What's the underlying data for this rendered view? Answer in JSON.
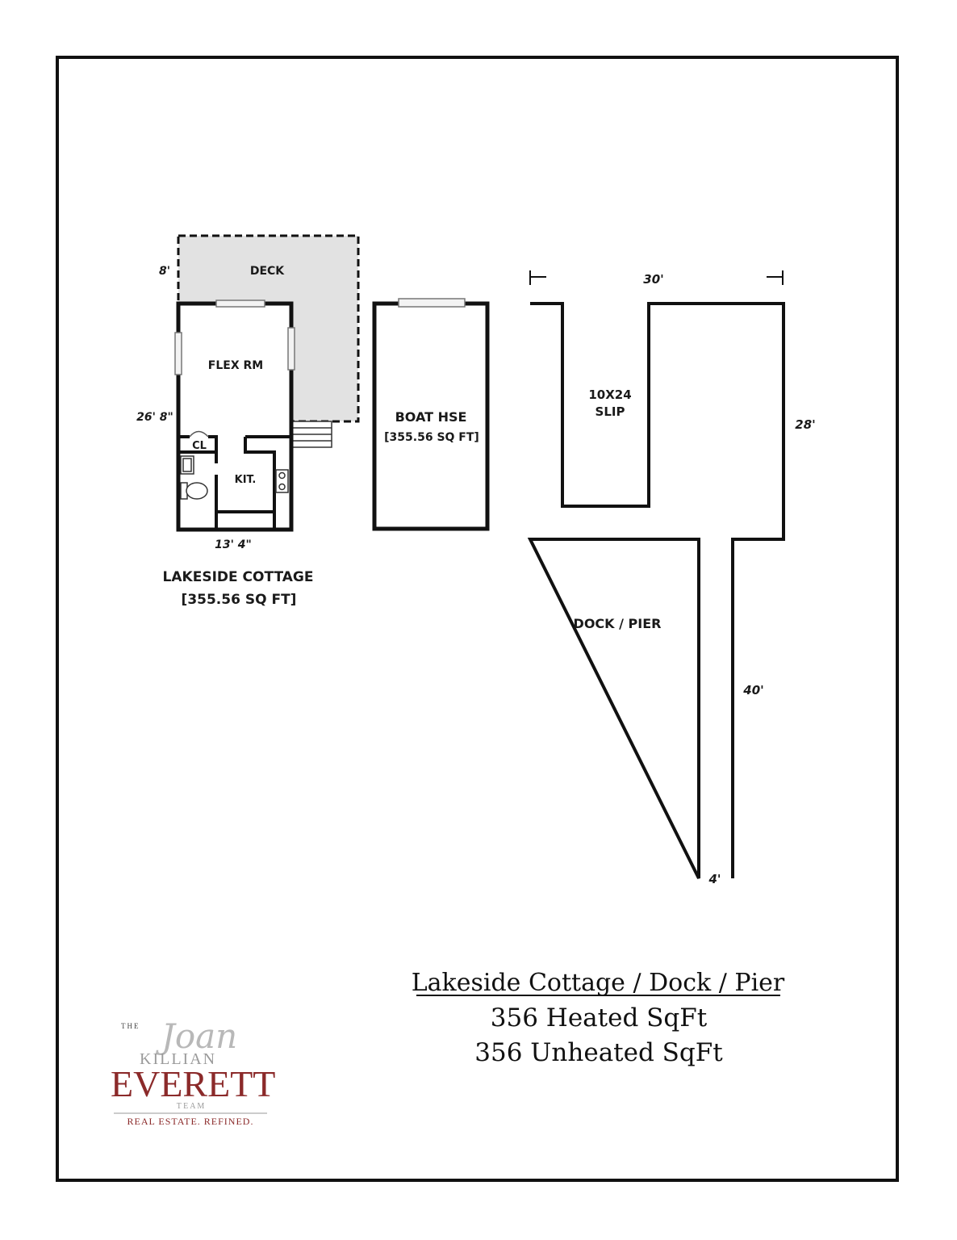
{
  "cottage": {
    "deck_label": "DECK",
    "deck_dim": "8'",
    "flex_label": "FLEX RM",
    "closet_label": "CL",
    "kitchen_label": "KIT.",
    "height_dim": "26' 8\"",
    "width_dim": "13' 4\"",
    "name": "LAKESIDE COTTAGE",
    "area": "[355.56 SQ FT]"
  },
  "boathouse": {
    "name": "BOAT HSE",
    "area": "[355.56 SQ FT]"
  },
  "dock": {
    "width_dim": "30'",
    "slip_label_1": "10X24",
    "slip_label_2": "SLIP",
    "depth_dim": "28'",
    "pier_label": "DOCK / PIER",
    "pier_length_dim": "40'",
    "pier_width_dim": "4'"
  },
  "summary": {
    "title": "Lakeside Cottage / Dock / Pier",
    "heated": "356 Heated SqFt",
    "unheated": "356 Unheated SqFt"
  },
  "logo": {
    "the": "THE",
    "script_name": "Joan",
    "name_top": "KILLIAN",
    "name_main": "EVERETT",
    "team": "T E A M",
    "tagline": "REAL ESTATE. REFINED."
  },
  "colors": {
    "wall": "#111111",
    "deck_fill": "#e2e2e2",
    "logo_maroon": "#8b2a2a",
    "logo_gray": "#9a9a9a"
  }
}
